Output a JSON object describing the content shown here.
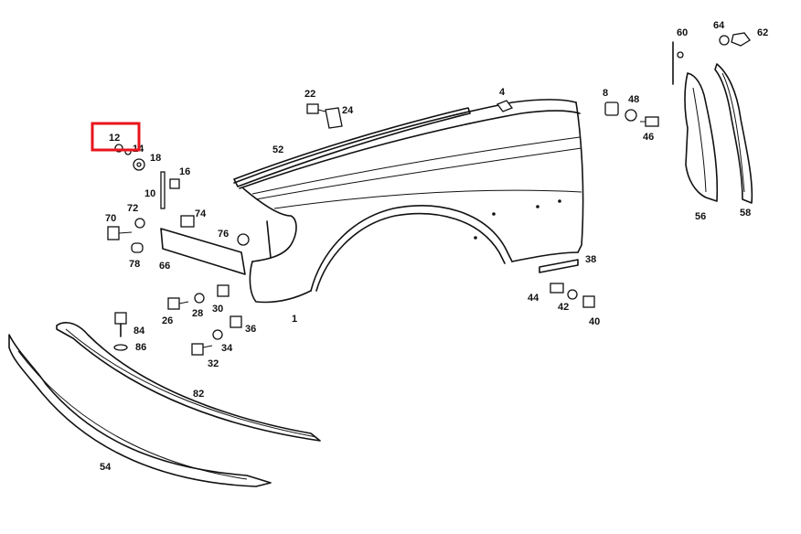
{
  "diagram": {
    "highlighted_callout": "12",
    "highlight_color": "#e8141c",
    "callouts": [
      {
        "id": "c1",
        "label": "1"
      },
      {
        "id": "c4",
        "label": "4"
      },
      {
        "id": "c8",
        "label": "8"
      },
      {
        "id": "c10",
        "label": "10"
      },
      {
        "id": "c12",
        "label": "12"
      },
      {
        "id": "c14",
        "label": "14"
      },
      {
        "id": "c16",
        "label": "16"
      },
      {
        "id": "c18",
        "label": "18"
      },
      {
        "id": "c22",
        "label": "22"
      },
      {
        "id": "c24",
        "label": "24"
      },
      {
        "id": "c26",
        "label": "26"
      },
      {
        "id": "c28",
        "label": "28"
      },
      {
        "id": "c30",
        "label": "30"
      },
      {
        "id": "c32",
        "label": "32"
      },
      {
        "id": "c34",
        "label": "34"
      },
      {
        "id": "c36",
        "label": "36"
      },
      {
        "id": "c38",
        "label": "38"
      },
      {
        "id": "c40",
        "label": "40"
      },
      {
        "id": "c42",
        "label": "42"
      },
      {
        "id": "c44",
        "label": "44"
      },
      {
        "id": "c46",
        "label": "46"
      },
      {
        "id": "c48",
        "label": "48"
      },
      {
        "id": "c52",
        "label": "52"
      },
      {
        "id": "c54",
        "label": "54"
      },
      {
        "id": "c56",
        "label": "56"
      },
      {
        "id": "c58",
        "label": "58"
      },
      {
        "id": "c60",
        "label": "60"
      },
      {
        "id": "c62",
        "label": "62"
      },
      {
        "id": "c64",
        "label": "64"
      },
      {
        "id": "c66",
        "label": "66"
      },
      {
        "id": "c70",
        "label": "70"
      },
      {
        "id": "c72",
        "label": "72"
      },
      {
        "id": "c74",
        "label": "74"
      },
      {
        "id": "c76",
        "label": "76"
      },
      {
        "id": "c78",
        "label": "78"
      },
      {
        "id": "c82",
        "label": "82"
      },
      {
        "id": "c84",
        "label": "84"
      },
      {
        "id": "c86",
        "label": "86"
      }
    ]
  }
}
